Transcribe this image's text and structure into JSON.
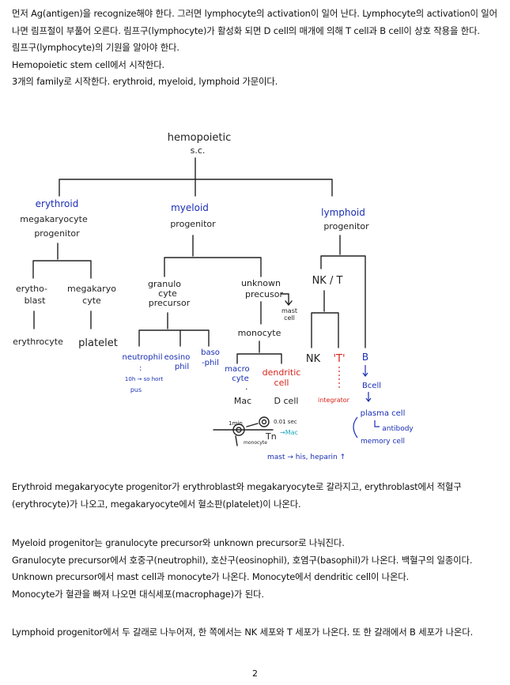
{
  "text_top": [
    "먼저 Ag(antigen)을 recognize해야 한다. 그러면 lymphocyte의 activation이 일어 난다. Lymphocyte의 activation이 일어나면 림프절이 부풀어 오른다. 림프구(lymphocyte)가 활성화 되면 D cell의 매개에 의해 T cell과 B cell이 상호 작용을 한다.",
    "림프구(lymphocyte)의 기원을 알아야 한다.",
    "Hemopoietic stem cell에서 시작한다.",
    "3개의 family로 시작한다. erythroid, myeloid, lymphoid 가문이다."
  ],
  "diagram": {
    "root_line1": "hemopoietic",
    "root_line2": "s.c.",
    "erythroid": "erythroid",
    "mega_prog1": "megakaryocyte",
    "mega_prog2": "progenitor",
    "erythroblast1": "erytho-",
    "erythroblast2": "blast",
    "megakaryo1": "megakaryo",
    "megakaryo2": "cyte",
    "erythrocyte": "erythrocyte",
    "platelet": "platelet",
    "myeloid": "myeloid",
    "myeloid_prog": "progenitor",
    "granulo1": "granulo",
    "granulo2": "cyte",
    "granulo3": "precursor",
    "neutrophil": "neutrophil",
    "eosino1": "eosino",
    "eosino2": "phil",
    "baso1": "baso",
    "baso2": "-phil",
    "neut_note": "10h → so hort",
    "pus": "pus",
    "unknown1": "unknown",
    "unknown2": "precusor",
    "mast1": "mast",
    "mast2": "cell",
    "monocyte": "monocyte",
    "macro1": "macro",
    "macro2": "cyte",
    "dendritic1": "dendritic",
    "dendritic2": "cell",
    "mac": "Mac",
    "dcell": "D cell",
    "sketch_1min": "1min",
    "sketch_001sec": "0.01 sec",
    "sketch_mac": "→Mac",
    "sketch_tn": "Tn",
    "sketch_monocyte": "monocyte",
    "mast_note": "mast → his, heparin ↑",
    "lymphoid": "lymphoid",
    "lymphoid_prog": "progenitor",
    "nkt": "NK / T",
    "nk": "NK",
    "t": "'T'",
    "b": "B",
    "bcell": "Bcell",
    "integrator": "integrator",
    "plasma": "plasma cell",
    "antibody": "antibody",
    "memory": "memory cell"
  },
  "text_myeloid": [
    "Myeloid progenitor는 granulocyte precursor와 unknown precursor로 나눠진다.",
    "Granulocyte precursor에서 호중구(neutrophil), 호산구(eosinophil), 호염구(basophil)가 나온다. 백혈구의 일종이다.",
    "Unknown precursor에서 mast cell과 monocyte가 나온다. Monocyte에서 dendritic cell이 나온다.",
    "Monocyte가 혈관을 빠져 나오면 대식세포(macrophage)가 된다."
  ],
  "text_erythroid": "Erythroid megakaryocyte progenitor가 erythroblast와 megakaryocyte로 갈라지고, erythroblast에서 적혈구(erythrocyte)가 나오고, megakaryocyte에서 혈소판(platelet)이 나온다.",
  "text_lymphoid": "Lymphoid progenitor에서 두 갈래로 나누어져, 한 쪽에서는 NK 세포와 T 세포가 나온다. 또 한 갈래에서 B 세포가 나온다.",
  "page_number": "2"
}
